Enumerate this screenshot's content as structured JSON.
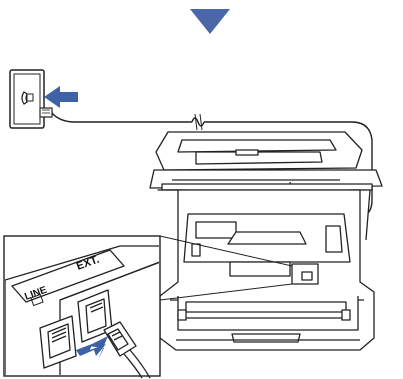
{
  "step_indicator": {
    "icon": "triangle-down",
    "color": "#4a68a8"
  },
  "accent_color": "#3f62a6",
  "wall_socket": {
    "icon": "telephone-handset"
  },
  "callout": {
    "ext_label": "EXT.",
    "line_label": "LINE"
  }
}
